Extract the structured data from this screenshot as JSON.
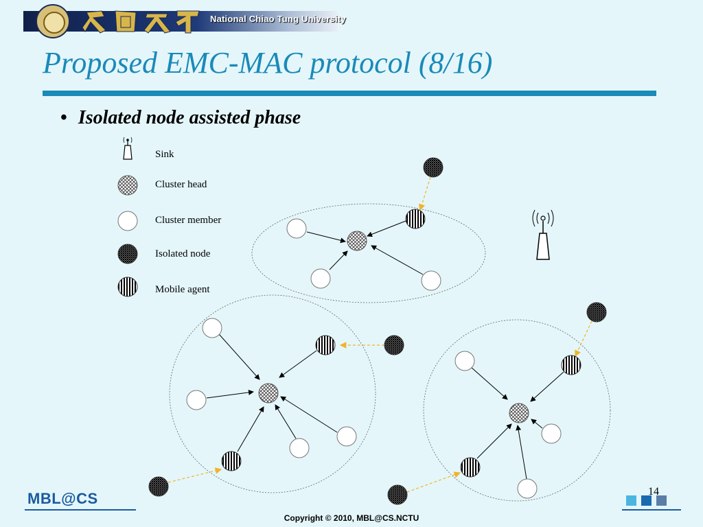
{
  "header": {
    "university_name": "National Chiao Tung University",
    "calligraphy_text": "交通大學"
  },
  "slide": {
    "title": "Proposed EMC-MAC protocol (8/16)",
    "bullet_symbol": "•",
    "bullet_text": "Isolated node assisted phase"
  },
  "legend": {
    "sink": "Sink",
    "cluster_head": "Cluster head",
    "cluster_member": "Cluster member",
    "isolated_node": "Isolated node",
    "mobile_agent": "Mobile agent"
  },
  "footer": {
    "logo": "MBL@CS",
    "copyright": "Copyright © 2010, MBL@CS.NCTU",
    "page_number": "14"
  },
  "colors": {
    "title": "#1a8ab8",
    "background": "#e4f6fa",
    "footer_brand": "#1a5aa0",
    "isolated_arrow": "#f0b428"
  }
}
